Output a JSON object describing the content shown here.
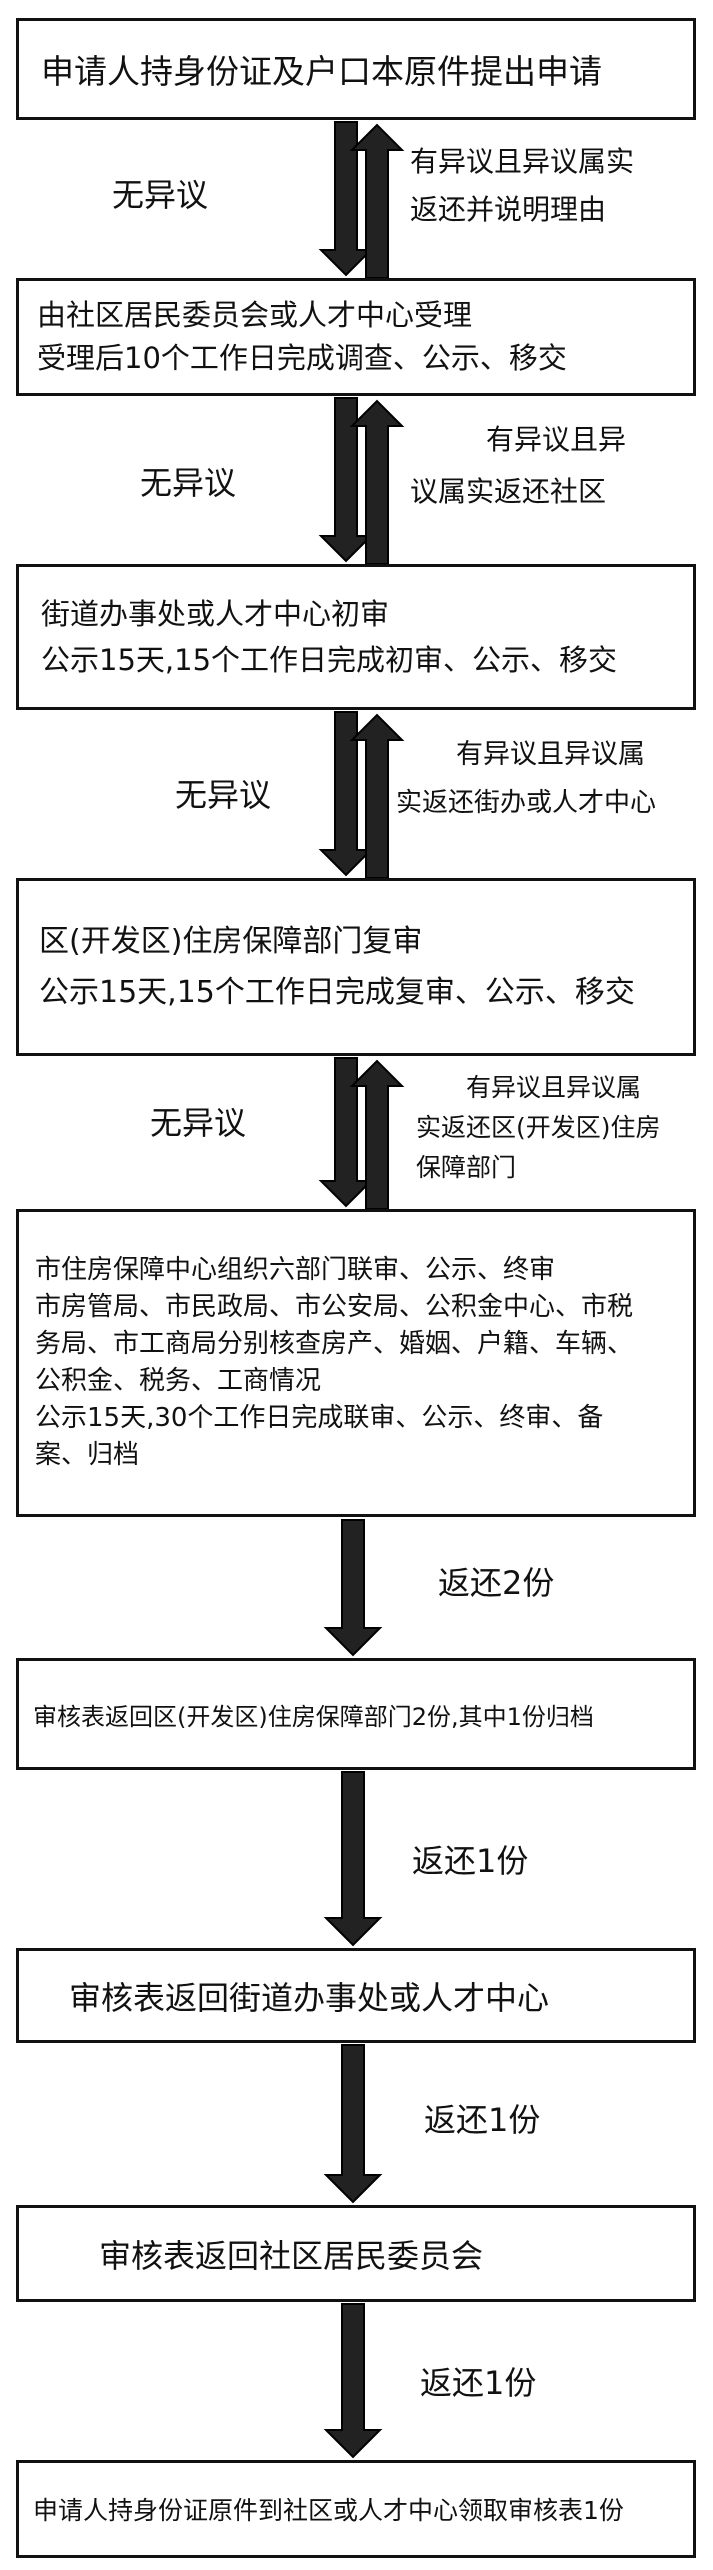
{
  "boxes": [
    {
      "lines": [
        "申请人持身份证及户口本原件提出申请"
      ]
    },
    {
      "lines": [
        "由社区居民委员会或人才中心受理",
        "受理后10个工作日完成调查、公示、移交"
      ]
    },
    {
      "lines": [
        "街道办事处或人才中心初审",
        "公示15天,15个工作日完成初审、公示、移交"
      ]
    },
    {
      "lines": [
        "区(开发区)住房保障部门复审",
        "公示15天,15个工作日完成复审、公示、移交"
      ]
    },
    {
      "lines": [
        "市住房保障中心组织六部门联审、公示、终审",
        "市房管局、市民政局、市公安局、公积金中心、市税",
        "务局、市工商局分别核查房产、婚姻、户籍、车辆、",
        "公积金、税务、工商情况",
        "公示15天,30个工作日完成联审、公示、终审、备",
        "案、归档"
      ]
    },
    {
      "lines": [
        "审核表返回区(开发区)住房保障部门2份,其中1份归档"
      ]
    },
    {
      "lines": [
        "审核表返回街道办事处或人才中心"
      ]
    },
    {
      "lines": [
        "审核表返回社区居民委员会"
      ]
    },
    {
      "lines": [
        "申请人持身份证原件到社区或人才中心领取审核表1份"
      ]
    }
  ],
  "two_way": [
    {
      "down": "无异议",
      "up": [
        "有异议且异议属实",
        "返还并说明理由"
      ]
    },
    {
      "down": "无异议",
      "up": [
        "有异议且异",
        "议属实返还社区"
      ]
    },
    {
      "down": "无异议",
      "up": [
        "有异议且异议属",
        "实返还街办或人才中心"
      ]
    },
    {
      "down": "无异议",
      "up": [
        "有异议且异议属",
        "实返还区(开发区)住房",
        "保障部门"
      ]
    }
  ],
  "one_way": [
    {
      "label": "返还2份"
    },
    {
      "label": "返还1份"
    },
    {
      "label": "返还1份"
    },
    {
      "label": "返还1份"
    }
  ]
}
